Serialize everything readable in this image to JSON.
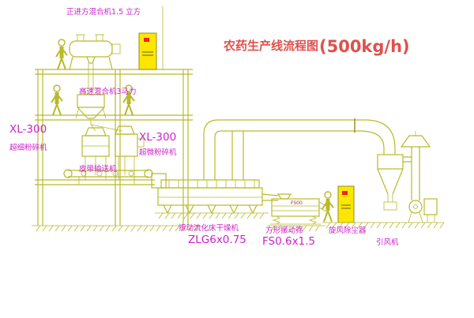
{
  "title": {
    "main": "农药生产线流程图",
    "capacity": "(500kg/h)"
  },
  "labels": {
    "square_mixer": "正进方混合机1.5 立方",
    "high_speed_mixer": "高速混合机3马力",
    "mill_left_model": "XL-300",
    "mill_left_name": "超细粉碎机",
    "mill_right_model": "XL-300",
    "mill_right_name": "超微粉碎机",
    "belt_conveyor": "皮带输送机",
    "dryer_name": "振动流化床干燥机",
    "dryer_model": "ZLG6x0.75",
    "sieve_name": "方形振动筛",
    "sieve_model": "FS0.6x1.5",
    "cyclone_name": "旋风除尘器",
    "fan_name": "引风机",
    "sieve_tag": "FS00"
  },
  "colors": {
    "line": "#b9b92a",
    "line_dark": "#8f8f1a",
    "label": "#cc22cc",
    "title": "#e0504d",
    "cabinet": "#ffe600",
    "accent": "#ee2222"
  }
}
